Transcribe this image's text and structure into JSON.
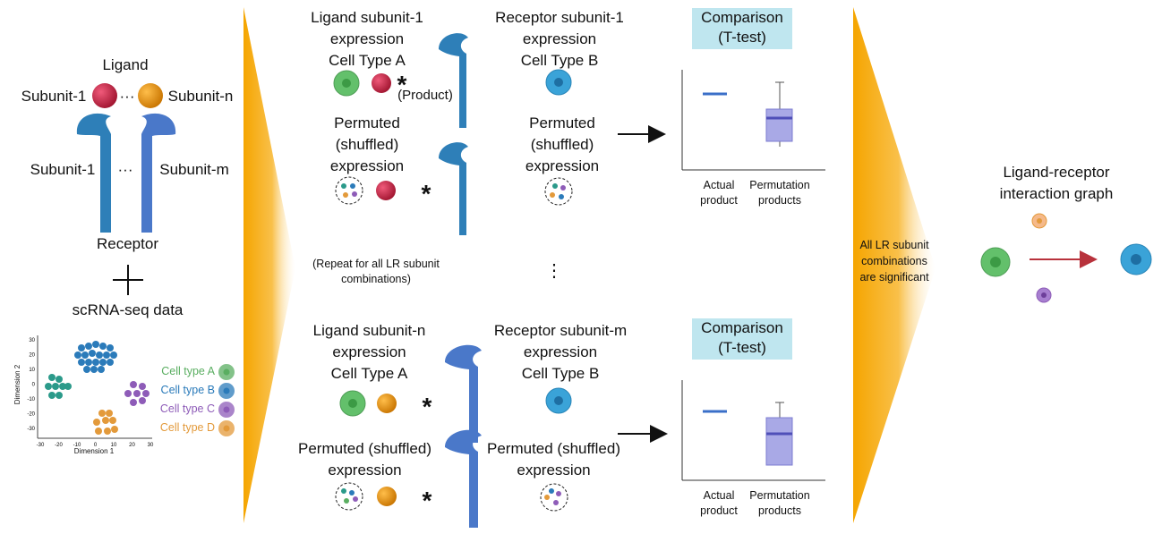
{
  "left_panel": {
    "ligand_title": "Ligand",
    "ligand_subunit_first": "Subunit-1",
    "ligand_subunit_last": "Subunit-n",
    "ligand_ellipsis": "···",
    "receptor_subunit_first": "Subunit-1",
    "receptor_subunit_last": "Subunit-m",
    "receptor_ellipsis": "···",
    "receptor_title": "Receptor",
    "plus": "+",
    "scrna_title": "scRNA-seq data",
    "scatter": {
      "xlabel": "Dimension 1",
      "ylabel": "Dimension 2",
      "xticks": [
        "-30",
        "-20",
        "-10",
        "0",
        "10",
        "20",
        "30"
      ],
      "yticks": [
        "30",
        "20",
        "10",
        "0",
        "-10",
        "-20",
        "-30"
      ],
      "legend": [
        {
          "label": "Cell type A",
          "color": "#5aae61"
        },
        {
          "label": "Cell type B",
          "color": "#2b7bba"
        },
        {
          "label": "Cell type C",
          "color": "#8e5cb8"
        },
        {
          "label": "Cell type D",
          "color": "#e39a3b"
        }
      ]
    }
  },
  "top_row": {
    "ligand_header": [
      "Ligand subunit-1",
      "expression",
      "Cell Type A"
    ],
    "receptor_header": [
      "Receptor subunit-1",
      "expression",
      "Cell Type B"
    ],
    "product_label": "(Product)",
    "times": "*",
    "permuted_ligand": [
      "Permuted",
      "(shuffled)",
      "expression"
    ],
    "permuted_receptor": [
      "Permuted",
      "(shuffled)",
      "expression"
    ],
    "comparison": [
      "Comparison",
      "(T-test)"
    ],
    "x_labels": [
      [
        "Actual",
        "product"
      ],
      [
        "Permutation",
        "products"
      ]
    ]
  },
  "middle": {
    "repeat_note": [
      "(Repeat for all LR subunit",
      "combinations)"
    ],
    "vertical_ellipsis": "⋮"
  },
  "bottom_row": {
    "ligand_header": [
      "Ligand subunit-n",
      "expression",
      "Cell Type A"
    ],
    "receptor_header": [
      "Receptor subunit-m",
      "expression",
      "Cell Type B"
    ],
    "times": "*",
    "permuted_ligand": [
      "Permuted (shuffled)",
      "expression"
    ],
    "permuted_receptor": [
      "Permuted (shuffled)",
      "expression"
    ],
    "comparison": [
      "Comparison",
      "(T-test)"
    ],
    "x_labels": [
      [
        "Actual",
        "product"
      ],
      [
        "Permutation",
        "products"
      ]
    ]
  },
  "decision": [
    "All LR subunit",
    "combinations",
    "are significant"
  ],
  "result": {
    "title": [
      "Ligand-receptor",
      "interaction graph"
    ]
  },
  "colors": {
    "chevron": "#f7b21f",
    "receptor_blue": "#2e7fb8",
    "receptor_blue_alt": "#4a78c9",
    "ligand_red": "#c8264a",
    "ligand_orange": "#e8900e",
    "cell_green": "#63c06b",
    "cell_blue": "#3aa3d8",
    "comparison_bg": "#bfe6ef",
    "arrow_red": "#b8323c"
  }
}
